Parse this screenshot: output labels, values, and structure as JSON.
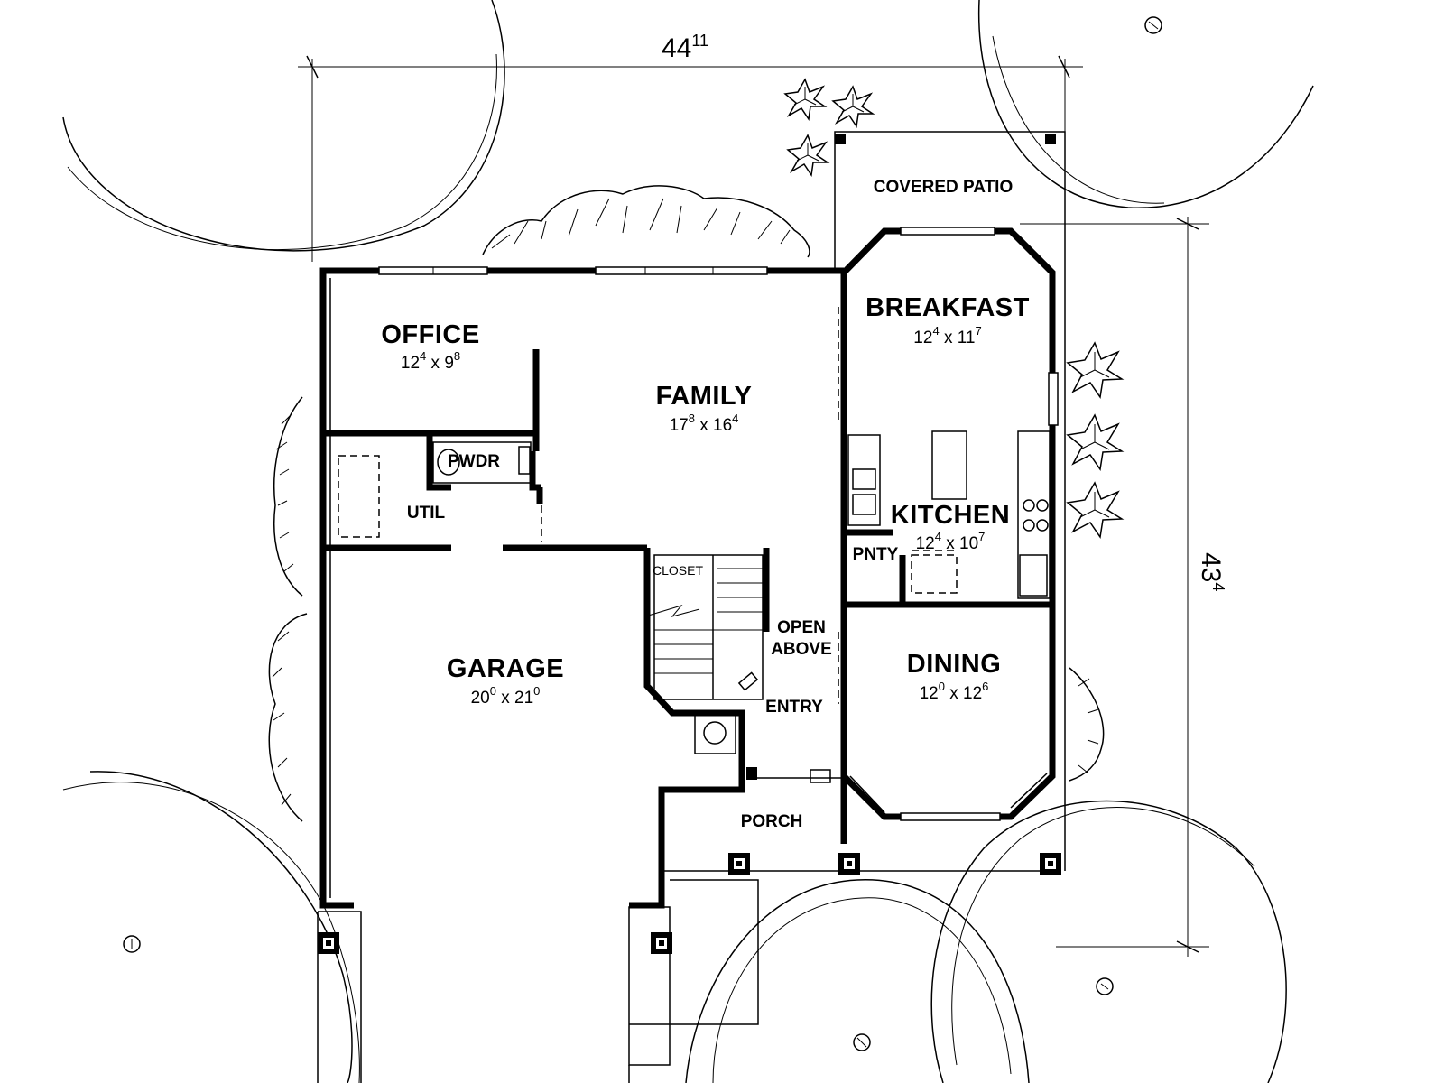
{
  "dimensions": {
    "width": {
      "feet": "44",
      "inches": "11"
    },
    "depth": {
      "feet": "43",
      "inches": "4"
    }
  },
  "rooms": {
    "office": {
      "name": "OFFICE",
      "w_ft": "12",
      "w_in": "4",
      "d_ft": "9",
      "d_in": "8"
    },
    "family": {
      "name": "FAMILY",
      "w_ft": "17",
      "w_in": "8",
      "d_ft": "16",
      "d_in": "4"
    },
    "breakfast": {
      "name": "BREAKFAST",
      "w_ft": "12",
      "w_in": "4",
      "d_ft": "11",
      "d_in": "7"
    },
    "kitchen": {
      "name": "KITCHEN",
      "w_ft": "12",
      "w_in": "4",
      "d_ft": "10",
      "d_in": "7"
    },
    "dining": {
      "name": "DINING",
      "w_ft": "12",
      "w_in": "0",
      "d_ft": "12",
      "d_in": "6"
    },
    "garage": {
      "name": "GARAGE",
      "w_ft": "20",
      "w_in": "0",
      "d_ft": "21",
      "d_in": "0"
    }
  },
  "labels": {
    "covered_patio": "COVERED PATIO",
    "util": "UTIL",
    "pwdr": "PWDR",
    "closet": "CLOSET",
    "pnty": "PNTY",
    "open": "OPEN",
    "above": "ABOVE",
    "entry": "ENTRY",
    "porch": "PORCH",
    "times": "x"
  }
}
